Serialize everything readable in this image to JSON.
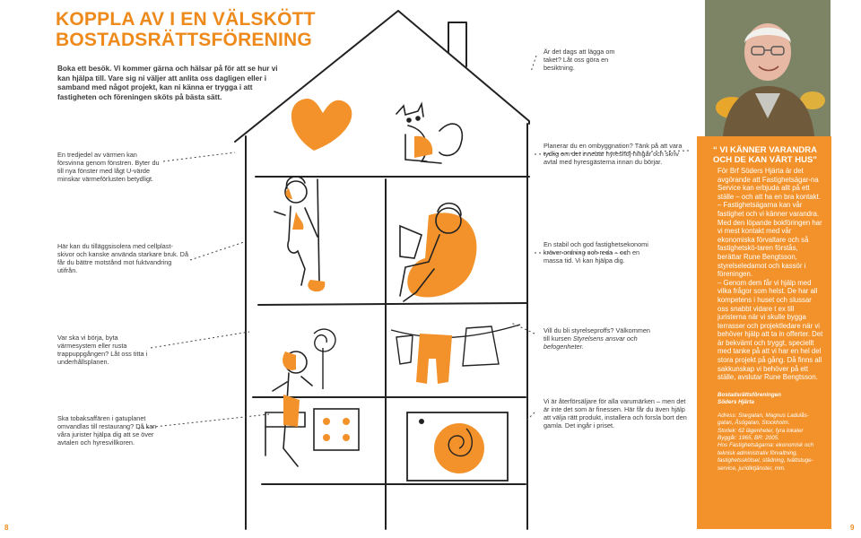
{
  "colors": {
    "accent": "#f3922a",
    "text": "#3a3a3a",
    "line": "#222222"
  },
  "header": {
    "title_line1": "KOPPLA AV I EN VÄLSKÖTT",
    "title_line2": "BOSTADSRÄTTSFÖRENING",
    "intro": "Boka ett besök. Vi kommer gärna och hälsar på för att se hur vi kan hjälpa till. Vare sig ni väljer att anlita oss dagligen eller i samband med något projekt, kan ni känna er trygga i att fastigheten och föreningen sköts på bästa sätt."
  },
  "notes": {
    "roof": "Är det dags att lägga om taket? Låt oss göra en besiktning.",
    "windows": "En tredjedel av värmen kan försvinna genom fönstren. Byter du till nya fönster med lågt U-värde minskar värmeförlusten betydligt.",
    "facade": "Här kan du tilläggsisolera med cellplast-skivor och kanske använda starkare bruk. Då får du bättre motstånd mot fuktvandring utifrån.",
    "heating": "Var ska vi börja, byta värmesystem eller rusta trappuppgången? Låt oss titta i underhållsplanen.",
    "shop": "Ska tobaksaffären i gatuplanet omvandlas till restaurang? Då kan våra jurister hjälpa dig att se över avtalen och hyresvillkoren.",
    "construction": "Planerar du en ombyggnation? Tänk på att vara tydlig om det innebär hyreshöj-ningar och skriv avtal med hyresgästerna innan du börjar.",
    "economy": "En stabil och god fastighetsekonomi kräver ordning och reda – och en massa tid. Vi kan hjälpa dig.",
    "board_prefix": "Vill du bli styrelseproffs? Välkommen till kursen ",
    "board_italic": "Styrelsens ansvar och befogenheter.",
    "resale": "Vi är återförsäljare för alla varumärken – men det är inte det som är finessen. Här får du även hjälp att välja rätt produkt, installera och forsla bort den gamla. Det ingår i priset."
  },
  "quote": {
    "title_line1": "“ VI KÄNNER VARANDRA",
    "title_line2": "OCH DE KAN VÅRT HUS”",
    "paragraphs": [
      "För Brf Söders Hjärta är det avgörande att Fastighetsägar-na Service kan erbjuda allt på ett ställe – och att ha en bra kontakt.",
      "– Fastighetsägarna kan vår fastighet och vi känner varandra. Med den löpande bokföringen har vi mest kontakt med vår ekonomiska förvaltare och så fastighetskö-taren förstås, berättar Rune Bengtsson, styrelseledamot och kassör i föreningen.",
      "– Genom dem får vi hjälp med vilka frågor som helst. De har all kompetens i huset och slussar oss snabbt vidare t ex till juristerna när vi skulle bygga terrasser och projektledare när vi behöver hjälp att ta in offerter. Det är bekvämt och tryggt, speciellt med tanke på att vi har en hel del stora projekt på gång. Då finns all sakkunskap vi behöver på ett ställe, avslutar Rune Bengtsson."
    ]
  },
  "facts": {
    "name_line1": "Bostadsrättsföreningen",
    "name_line2": "Söders Hjärta",
    "lines": [
      "Adress: Slargatan, Magnus Ladulås-gatan, Åsögatan, Stockholm.",
      "Storlek: 62 lägenheter, fyra lokaler",
      "Byggår: 1965, BR: 2005.",
      "Hos Fastighetsägarna: ekonomisk och teknisk administrativ förvaltning, fastighetsskötsel, städning, tvättstuge-service, juridiktjänster, mm."
    ]
  },
  "pages": {
    "left": "8",
    "right": "9"
  },
  "icons": [
    "heart-icon",
    "cat-icon",
    "woman-with-broom-icon",
    "man-in-armchair-icon",
    "woman-cooking-icon",
    "laundry-icon",
    "washing-machine-icon"
  ]
}
